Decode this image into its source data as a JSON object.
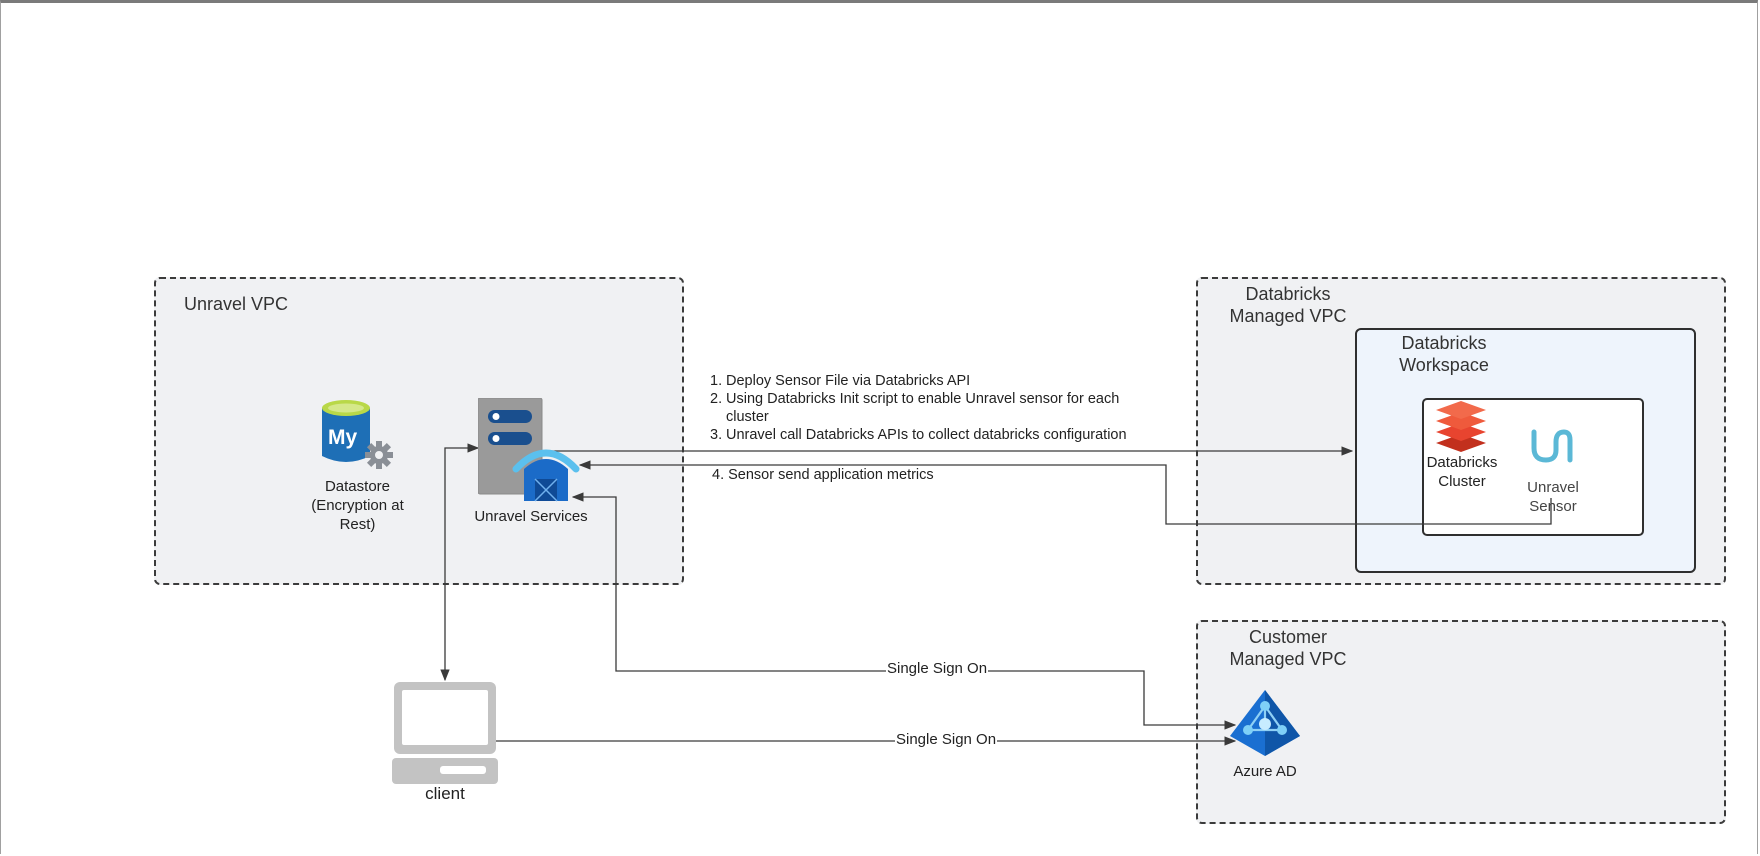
{
  "zones": {
    "unravel_vpc": "Unravel VPC",
    "databricks_vpc": "Databricks\nManaged VPC",
    "customer_vpc": "Customer\nManaged VPC",
    "workspace": "Databricks\nWorkspace"
  },
  "nodes": {
    "datastore": "Datastore\n(Encryption at\nRest)",
    "datastore_icon_text": "My",
    "unravel_services": "Unravel Services",
    "databricks_cluster": "Databricks\nCluster",
    "unravel_sensor": "Unravel\nSensor",
    "azure_ad": "Azure AD",
    "client": "client"
  },
  "steps": [
    {
      "num": "1.",
      "text": "Deploy Sensor File via Databricks API"
    },
    {
      "num": "2.",
      "text": "Using Databricks Init script to enable Unravel sensor  for each cluster"
    },
    {
      "num": "3.",
      "text": "Unravel call Databricks APIs to collect databricks configuration"
    }
  ],
  "step4": "4.  Sensor send application metrics",
  "connections": {
    "sso_services": "Single Sign On",
    "sso_client": "Single Sign On"
  },
  "icons": {
    "datastore": "mysql-database-icon",
    "server": "server-icon",
    "services": "app-service-icon",
    "cluster": "databricks-layers-icon",
    "sensor": "unravel-logo-icon",
    "azure": "azure-ad-icon",
    "client": "laptop-icon"
  },
  "colors": {
    "zone_bg": "#f0f1f3",
    "workspace_bg": "#eef4fc",
    "databricks_red": "#e8442f",
    "azure_blue": "#1a6fd1",
    "sensor_teal": "#5bb8d6",
    "mysql_blue": "#1e6fb6"
  }
}
